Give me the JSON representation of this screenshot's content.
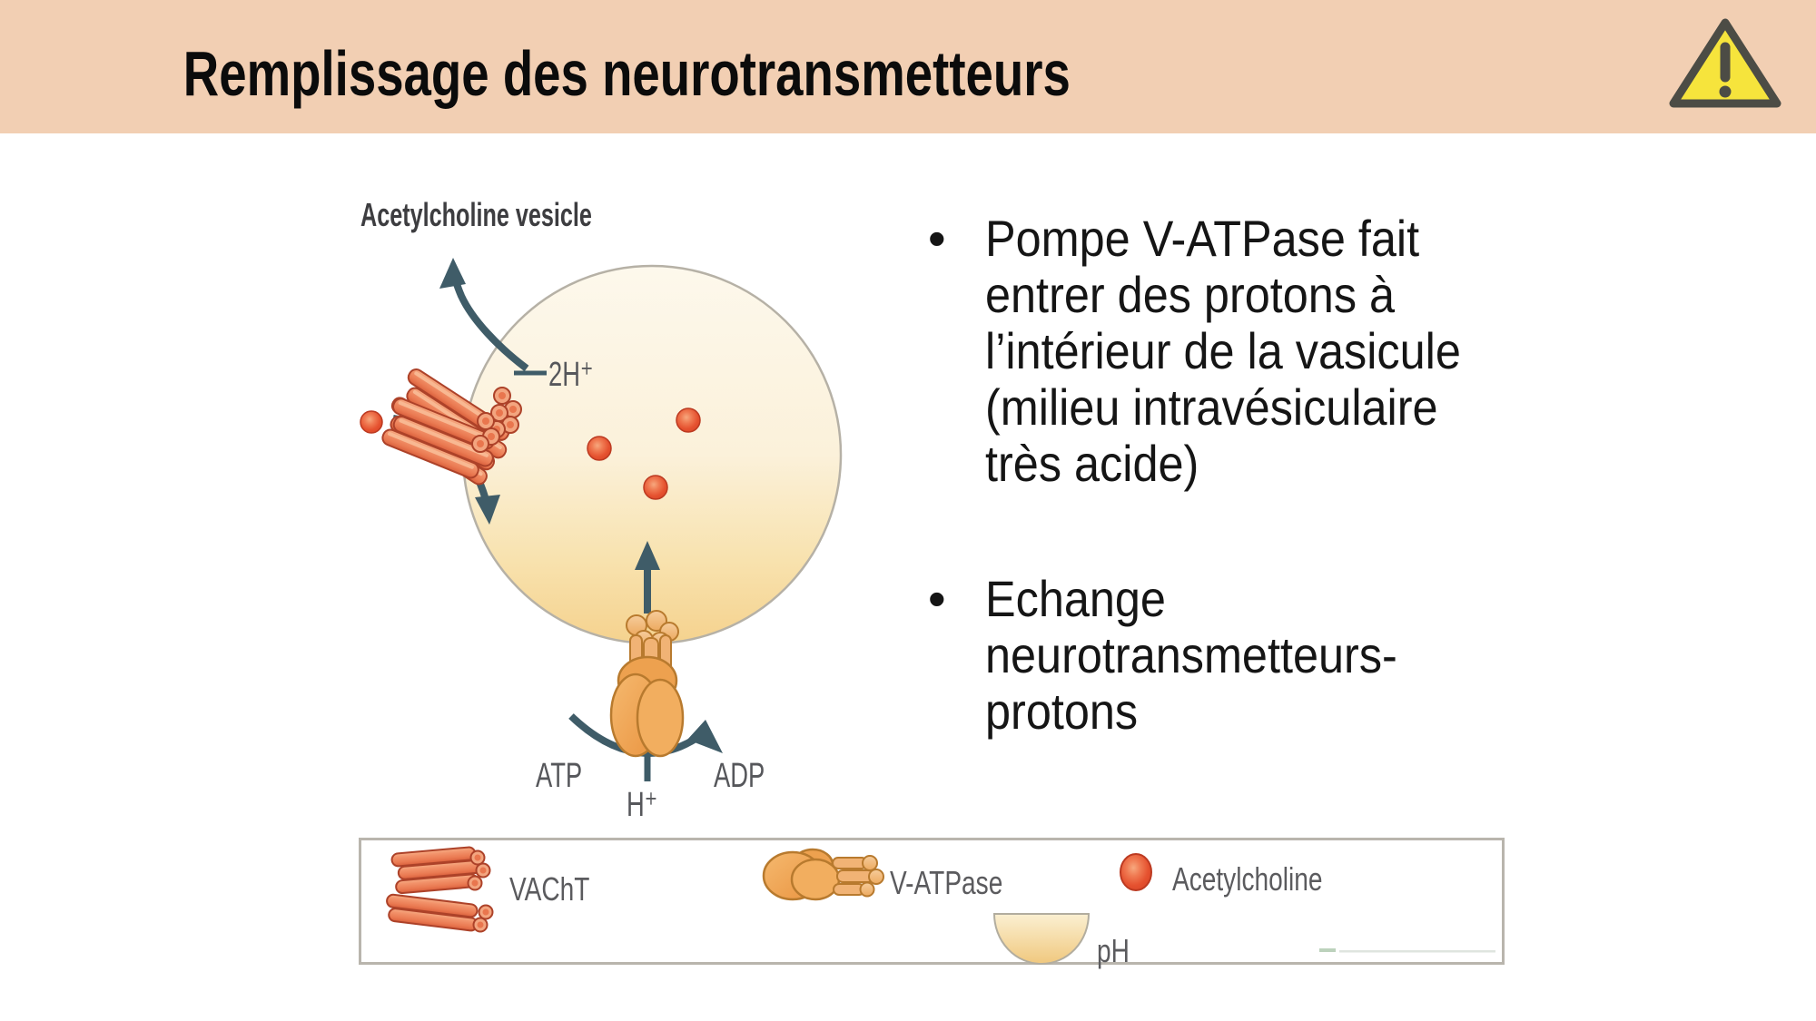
{
  "slide": {
    "title": "Remplissage des neurotransmetteurs",
    "colors": {
      "header_bg": "#f2cfb3",
      "warning_yellow": "#f6e43c",
      "arrow": "#3f5c68",
      "vesicle_top": "#fdf8ec",
      "vesicle_bottom": "#f5d28e",
      "transporter_orange": "#ef8a60",
      "pump_orange": "#f0a050",
      "acetylcholine_red": "#e5512f"
    }
  },
  "diagram": {
    "title": "Acetylcholine vesicle",
    "labels": {
      "two_h_plus": "2H⁺",
      "atp": "ATP",
      "adp": "ADP",
      "h_plus": "H⁺"
    },
    "legend": {
      "items": [
        {
          "icon": "vacht-icon",
          "label": "VAChT"
        },
        {
          "icon": "v-atpase-icon",
          "label": "V-ATPase"
        },
        {
          "icon": "acetylcholine-icon",
          "label": "Acetylcholine"
        },
        {
          "icon": "ph-gradient-icon",
          "label": "pH"
        }
      ]
    }
  },
  "bullets": [
    {
      "marker": "•",
      "lines": [
        "Pompe V-ATPase fait",
        "entrer des protons à",
        "l’intérieur de la vasicule",
        "(milieu intravésiculaire",
        "très acide)"
      ]
    },
    {
      "marker": "•",
      "lines": [
        "Echange",
        "neurotransmetteurs-",
        "protons"
      ]
    }
  ]
}
